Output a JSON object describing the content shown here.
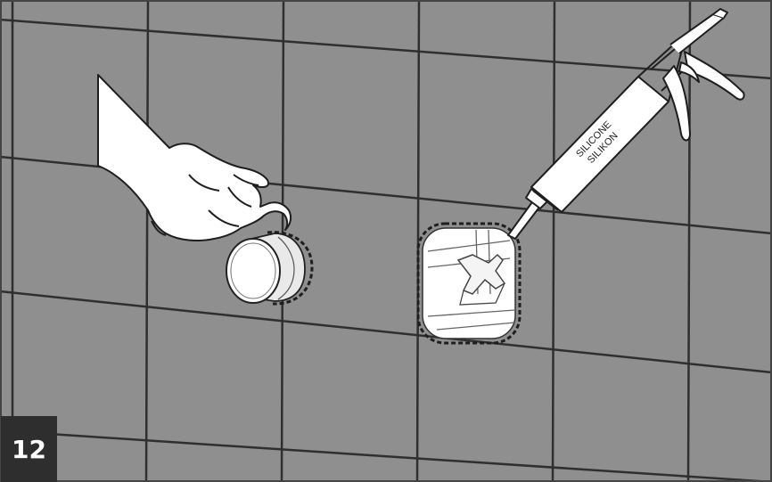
{
  "step": {
    "number": "12"
  },
  "cartridge": {
    "line1": "SILICONE",
    "line2": "SILIKON"
  },
  "colors": {
    "wall": "#8f8f8f",
    "grout": "#2f2f2f",
    "outline": "#222222",
    "cutout": "#ffffff",
    "badge": "#2e2e2e"
  },
  "icons": [
    "hand-icon",
    "caulking-gun-icon",
    "cap-icon",
    "wall-cutout-icon",
    "step-badge"
  ]
}
